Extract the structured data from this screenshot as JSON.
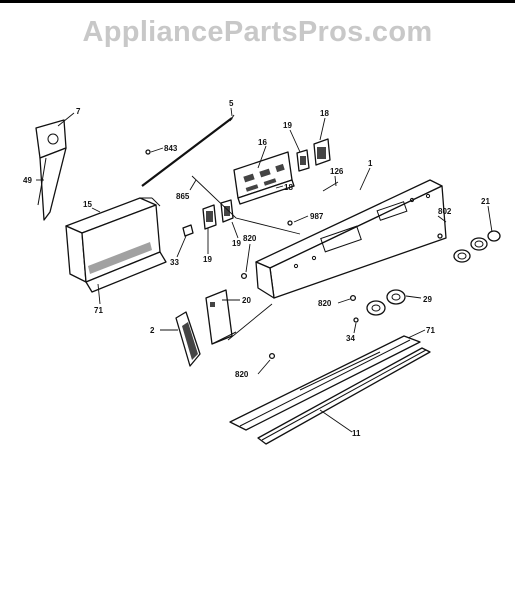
{
  "watermark": "AppliancePartsPros.com",
  "labels": [
    {
      "key": "l7",
      "text": "7"
    },
    {
      "key": "l49",
      "text": "49"
    },
    {
      "key": "l5",
      "text": "5"
    },
    {
      "key": "l843",
      "text": "843"
    },
    {
      "key": "l16",
      "text": "16"
    },
    {
      "key": "l19a",
      "text": "19"
    },
    {
      "key": "l18a",
      "text": "18"
    },
    {
      "key": "l1",
      "text": "1"
    },
    {
      "key": "l126",
      "text": "126"
    },
    {
      "key": "l865",
      "text": "865"
    },
    {
      "key": "l18b",
      "text": "18"
    },
    {
      "key": "l15",
      "text": "15"
    },
    {
      "key": "l987",
      "text": "987"
    },
    {
      "key": "l802",
      "text": "802"
    },
    {
      "key": "l21",
      "text": "21"
    },
    {
      "key": "l820a",
      "text": "820"
    },
    {
      "key": "l19b",
      "text": "19"
    },
    {
      "key": "l19c",
      "text": "19"
    },
    {
      "key": "l33",
      "text": "33"
    },
    {
      "key": "l71a",
      "text": "71"
    },
    {
      "key": "l20",
      "text": "20"
    },
    {
      "key": "l820b",
      "text": "820"
    },
    {
      "key": "l29",
      "text": "29"
    },
    {
      "key": "l2",
      "text": "2"
    },
    {
      "key": "l34",
      "text": "34"
    },
    {
      "key": "l71b",
      "text": "71"
    },
    {
      "key": "l820c",
      "text": "820"
    },
    {
      "key": "l11",
      "text": "11"
    }
  ]
}
